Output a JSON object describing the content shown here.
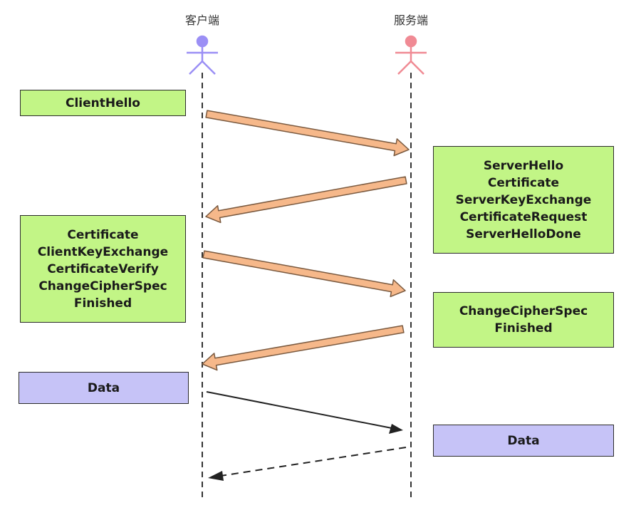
{
  "actors": {
    "client": {
      "label": "客户端",
      "color": "#9b8ff5"
    },
    "server": {
      "label": "服务端",
      "color": "#f08a94"
    }
  },
  "boxes": {
    "client_hello": {
      "lines": [
        "ClientHello"
      ]
    },
    "server_hello": {
      "lines": [
        "ServerHello",
        "Certificate",
        "ServerKeyExchange",
        "CertificateRequest",
        "ServerHelloDone"
      ]
    },
    "client_key_exchange": {
      "lines": [
        "Certificate",
        "ClientKeyExchange",
        "CertificateVerify",
        "ChangeCipherSpec",
        "Finished"
      ]
    },
    "server_finished": {
      "lines": [
        "ChangeCipherSpec",
        "Finished"
      ]
    },
    "client_data": {
      "lines": [
        "Data"
      ]
    },
    "server_data": {
      "lines": [
        "Data"
      ]
    }
  },
  "colors": {
    "handshake_box": "#c2f586",
    "data_box": "#c6c3f7",
    "handshake_arrow": "#f6b88a",
    "outline": "#2b2b2b"
  }
}
